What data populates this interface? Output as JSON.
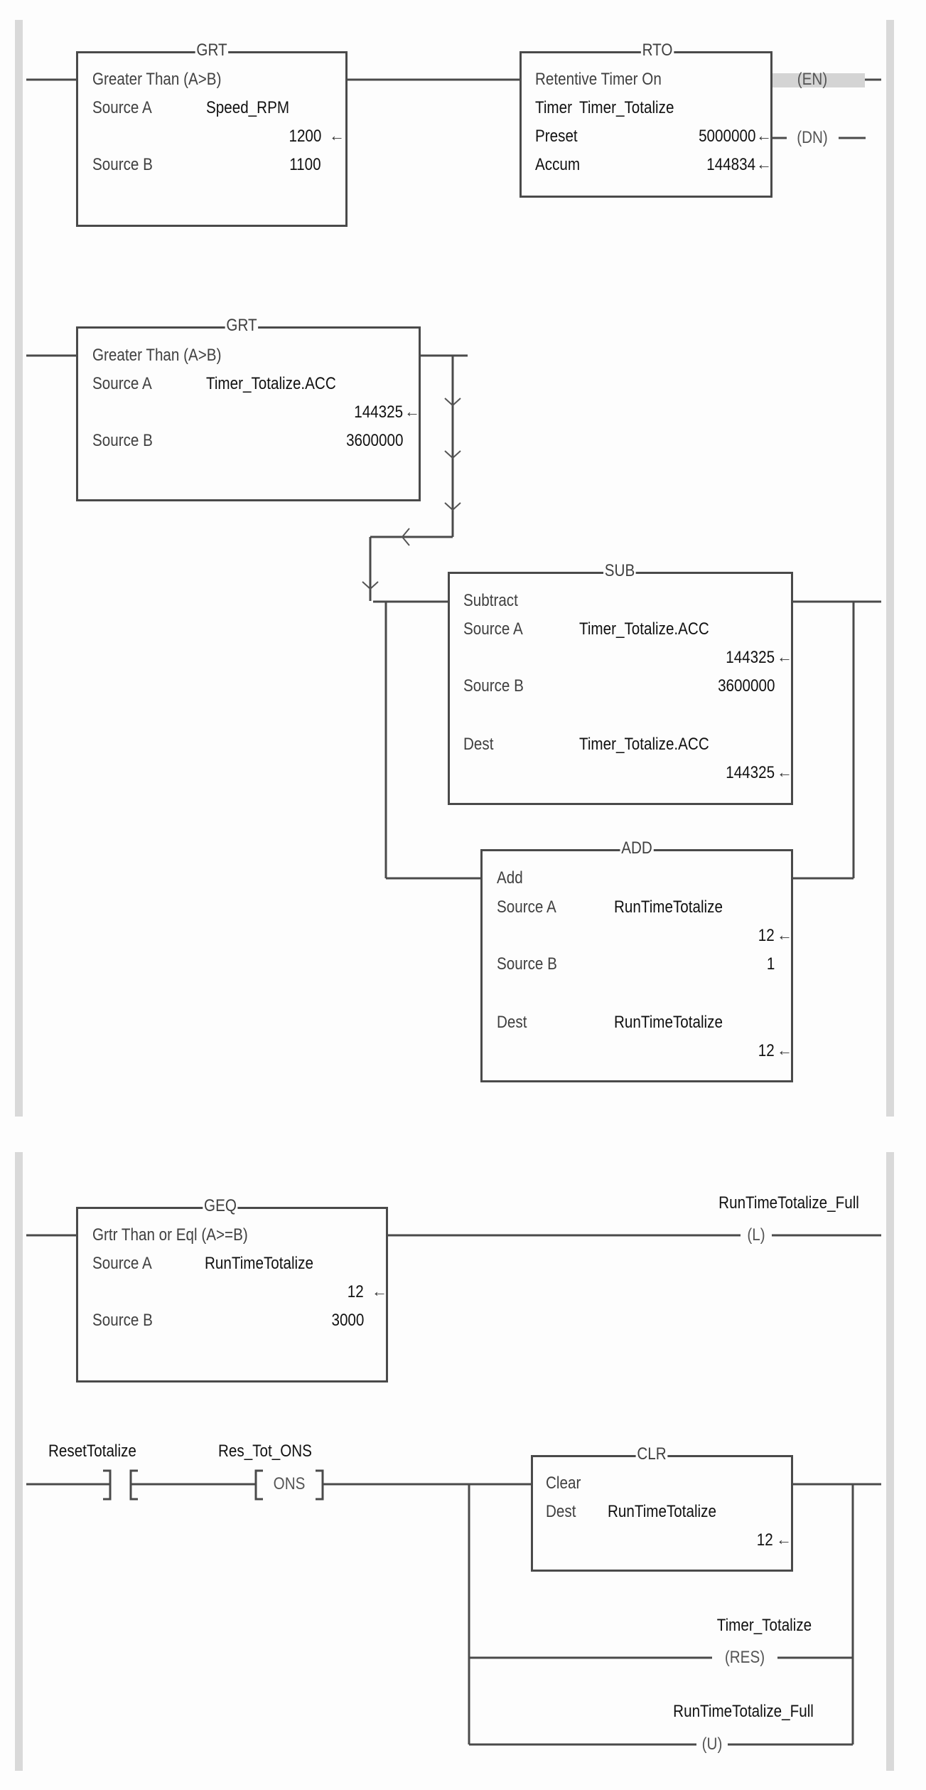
{
  "rungs": {
    "rung0": {
      "grt": {
        "mnemonic": "GRT",
        "description": "Greater Than (A>B)",
        "source_a_label": "Source A",
        "source_a_tag": "Speed_RPM",
        "source_a_value": "1200",
        "source_b_label": "Source B",
        "source_b_value": "1100"
      },
      "rto": {
        "mnemonic": "RTO",
        "description": "Retentive Timer On",
        "timer_label": "Timer",
        "timer_tag": "Timer_Totalize",
        "preset_label": "Preset",
        "preset_value": "5000000",
        "accum_label": "Accum",
        "accum_value": "144834",
        "en_label": "EN",
        "dn_label": "DN"
      }
    },
    "rung1": {
      "grt": {
        "mnemonic": "GRT",
        "description": "Greater Than (A>B)",
        "source_a_label": "Source A",
        "source_a_tag": "Timer_Totalize.ACC",
        "source_a_value": "144325",
        "source_b_label": "Source B",
        "source_b_value": "3600000"
      },
      "sub": {
        "mnemonic": "SUB",
        "description": "Subtract",
        "source_a_label": "Source A",
        "source_a_tag": "Timer_Totalize.ACC",
        "source_a_value": "144325",
        "source_b_label": "Source B",
        "source_b_value": "3600000",
        "dest_label": "Dest",
        "dest_tag": "Timer_Totalize.ACC",
        "dest_value": "144325"
      },
      "add": {
        "mnemonic": "ADD",
        "description": "Add",
        "source_a_label": "Source A",
        "source_a_tag": "RunTimeTotalize",
        "source_a_value": "12",
        "source_b_label": "Source B",
        "source_b_value": "1",
        "dest_label": "Dest",
        "dest_tag": "RunTimeTotalize",
        "dest_value": "12"
      }
    },
    "rung2": {
      "geq": {
        "mnemonic": "GEQ",
        "description": "Grtr Than or Eql (A>=B)",
        "source_a_label": "Source A",
        "source_a_tag": "RunTimeTotalize",
        "source_a_value": "12",
        "source_b_label": "Source B",
        "source_b_value": "3000"
      },
      "latch": {
        "tag": "RunTimeTotalize_Full",
        "symbol": "L"
      }
    },
    "rung3": {
      "xic": {
        "tag": "ResetTotalize"
      },
      "ons": {
        "tag": "Res_Tot_ONS",
        "symbol": "ONS"
      },
      "clr": {
        "mnemonic": "CLR",
        "description": "Clear",
        "dest_label": "Dest",
        "dest_tag": "RunTimeTotalize",
        "dest_value": "12"
      },
      "res": {
        "tag": "Timer_Totalize",
        "symbol": "RES"
      },
      "unlatch": {
        "tag": "RunTimeTotalize_Full",
        "symbol": "U"
      }
    }
  },
  "icons": {
    "value_arrow": "←"
  },
  "colors": {
    "wire": "#4a4a4a",
    "rail": "#d9d9d9",
    "energized_highlight": "#d4d4d4"
  }
}
